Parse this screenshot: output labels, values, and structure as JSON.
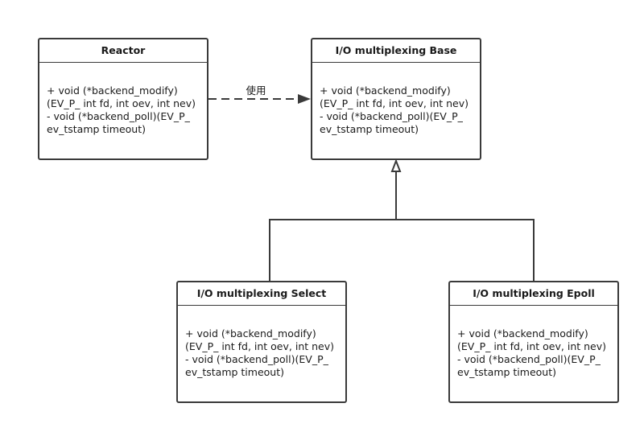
{
  "classes": {
    "reactor": {
      "name": "Reactor",
      "members": [
        "+ void (*backend_modify)",
        "(EV_P_ int fd, int oev, int nev)",
        "- void (*backend_poll)(EV_P_",
        "ev_tstamp timeout)"
      ]
    },
    "base": {
      "name": "I/O multiplexing Base",
      "members": [
        "+ void (*backend_modify)",
        "(EV_P_ int fd, int oev, int nev)",
        "- void (*backend_poll)(EV_P_",
        "ev_tstamp timeout)"
      ]
    },
    "select": {
      "name": "I/O multiplexing Select",
      "members": [
        "+ void (*backend_modify)",
        "(EV_P_ int fd, int oev, int nev)",
        "- void (*backend_poll)(EV_P_",
        "ev_tstamp timeout)"
      ]
    },
    "epoll": {
      "name": "I/O multiplexing Epoll",
      "members": [
        "+ void (*backend_modify)",
        "(EV_P_ int fd, int oev, int nev)",
        "- void (*backend_poll)(EV_P_",
        "ev_tstamp timeout)"
      ]
    }
  },
  "association": {
    "label": "使用",
    "style": "dashed",
    "from": "reactor",
    "to": "base"
  },
  "generalization": {
    "parent": "base",
    "children": [
      "select",
      "epoll"
    ]
  },
  "colors": {
    "line": "#3a3a3a",
    "background": "#ffffff"
  }
}
